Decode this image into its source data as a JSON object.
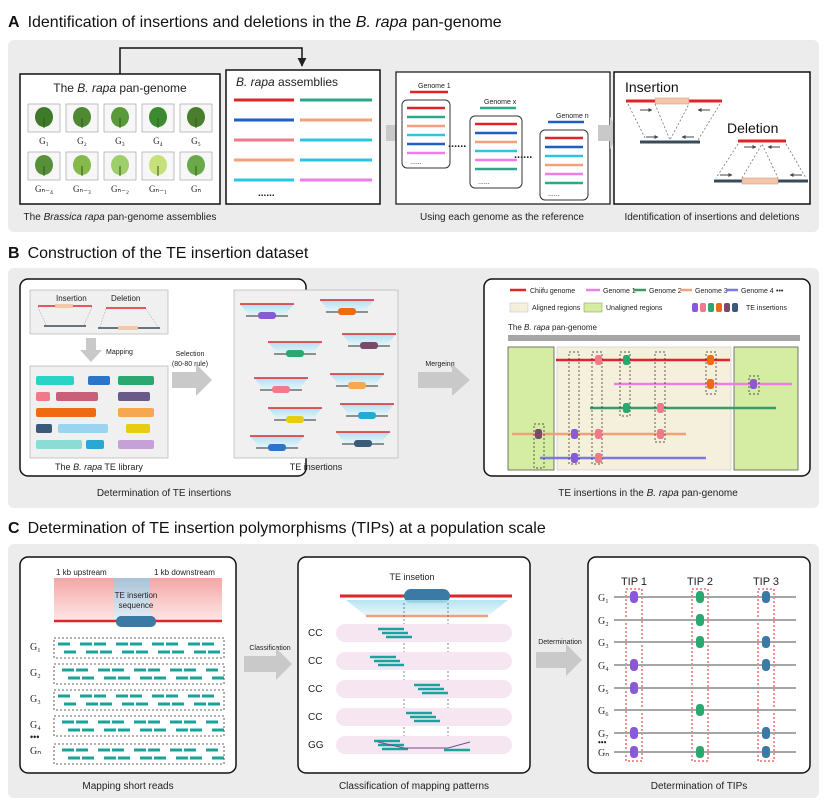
{
  "sectionA": {
    "letter": "A",
    "title_pre": "Identification of insertions and deletions in the ",
    "title_em": "B. rapa",
    "title_post": " pan-genome",
    "pangenome_pre": "The ",
    "pangenome_em": "B. rapa",
    "pangenome_post": " pan-genome",
    "assemblies_em": "B. rapa",
    "assemblies_post": " assemblies",
    "genome_labels_top": [
      "G₁",
      "G₂",
      "G₃",
      "G₄",
      "G₅"
    ],
    "genome_labels_bottom": [
      "Gₙ₋₄",
      "Gₙ₋₃",
      "Gₙ₋₂",
      "Gₙ₋₁",
      "Gₙ"
    ],
    "ellipsis": "......",
    "genome1": "Genome 1",
    "genomex": "Genome x",
    "genomen": "Genome n",
    "dots": "......",
    "insertion": "Insertion",
    "deletion": "Deletion",
    "cap1_pre": "The ",
    "cap1_em": "Brassica rapa",
    "cap1_post": " pan-genome assemblies",
    "cap2": "Using each genome as the reference",
    "cap3": "Identification of insertions and deletions"
  },
  "sectionB": {
    "letter": "B",
    "title": "Construction of the TE insertion dataset",
    "insertion": "Insertion",
    "deletion": "Deletion",
    "mapping": "Mapping",
    "library_pre": "The ",
    "library_em": "B. rapa",
    "library_post": " TE library",
    "selection1": "Selection",
    "selection2": "(80-80 rule)",
    "te_insertions": "TE insertions",
    "merging": "Mergeing",
    "legend_chiifu": "Chiifu genome",
    "legend_g1": "Genome 1",
    "legend_g2": "Genome 2",
    "legend_g3": "Genome 3",
    "legend_g4": "Genome 4",
    "legend_more": "•••",
    "legend_aligned": "Aligned regions",
    "legend_unaligned": "Unaligned regions",
    "legend_te": "TE insertions",
    "pan_pre": "The ",
    "pan_em": "B. rapa",
    "pan_post": " pan-genome",
    "cap1": "Determination of TE insertions",
    "cap2_pre": "TE insertions in the ",
    "cap2_em": "B. rapa",
    "cap2_post": " pan-genome"
  },
  "sectionC": {
    "letter": "C",
    "title": "Determination of TE insertion polymorphisms (TIPs) at a population scale",
    "upstream": "1 kb upstream",
    "downstream": "1 kb downstream",
    "te_seq1": "TE insertion",
    "te_seq2": "sequence",
    "rows": [
      "G₁",
      "G₂",
      "G₃",
      "G₄",
      "•••",
      "Gₙ"
    ],
    "classification": "Classification",
    "te_insetion": "TE insetion",
    "patterns": [
      "CC",
      "CC",
      "CC",
      "CC",
      "GG"
    ],
    "determination": "Determination",
    "tips": [
      "TIP 1",
      "TIP 2",
      "TIP 3"
    ],
    "tip_rows": [
      "G₁",
      "G₂",
      "G₃",
      "G₄",
      "G₅",
      "G₆",
      "G₇",
      "•••",
      "Gₙ"
    ],
    "cap1": "Mapping short reads",
    "cap2": "Classification of mapping patterns",
    "cap3": "Determination of TIPs"
  },
  "colors": {
    "panel_bg": "#ececec",
    "red": "#e0242a",
    "blue": "#1f5fc4",
    "pink": "#f07a8a",
    "cyan": "#2bc4e4",
    "salmon": "#f2a07a",
    "magenta": "#f07ee8",
    "teal": "#2aa889",
    "green": "#3a9a6a",
    "lightgreen": "#d4eda2",
    "purple": "#7b4fd6",
    "orange": "#f06a12",
    "te_blue": "#3b7aa4"
  }
}
